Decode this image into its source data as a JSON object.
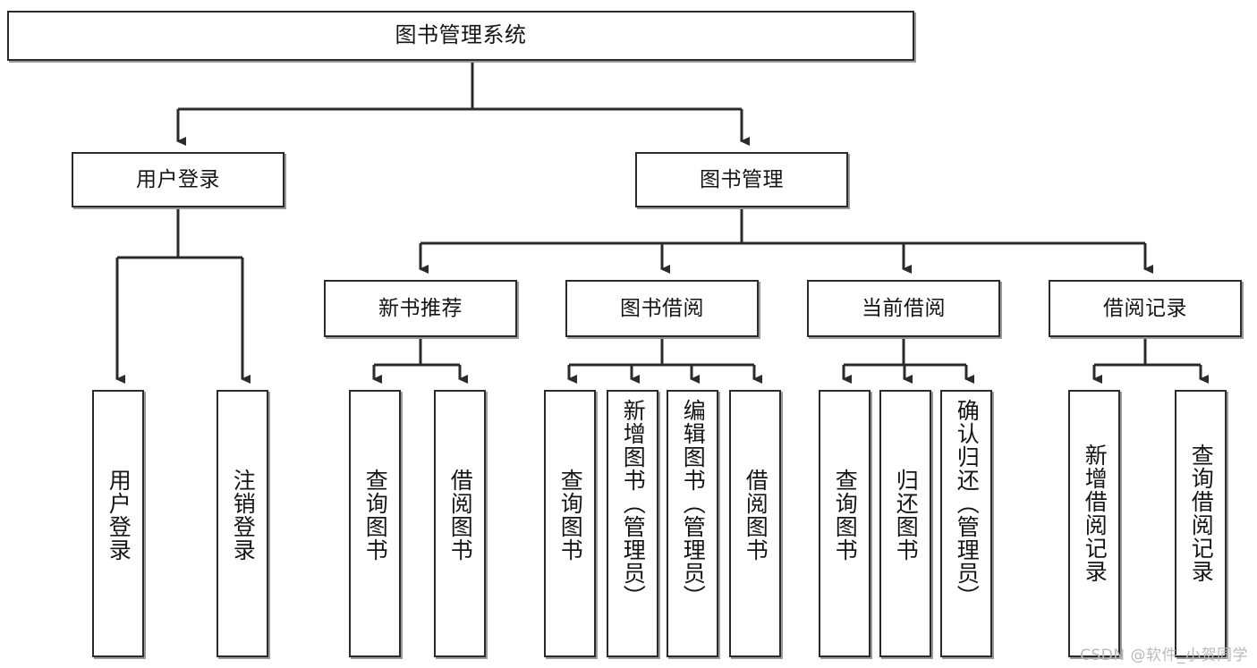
{
  "diagram": {
    "title": "图书管理系统",
    "type": "tree",
    "watermark": "CSDN @软件_小贺同学",
    "colors": {
      "background": "#ffffff",
      "box_border": "#2b2b2b",
      "box_fill": "#ffffff",
      "connector": "#2b2b2b",
      "watermark": "#b9b9b9"
    },
    "root": {
      "label": "图书管理系统"
    },
    "level2": [
      {
        "label": "用户登录"
      },
      {
        "label": "图书管理"
      }
    ],
    "level3": [
      {
        "label": "新书推荐"
      },
      {
        "label": "图书借阅"
      },
      {
        "label": "当前借阅"
      },
      {
        "label": "借阅记录"
      }
    ],
    "leaves": [
      {
        "label": "用户登录",
        "parent": "用户登录"
      },
      {
        "label": "注销登录",
        "parent": "用户登录"
      },
      {
        "label": "查询图书",
        "parent": "新书推荐"
      },
      {
        "label": "借阅图书",
        "parent": "新书推荐"
      },
      {
        "label": "查询图书",
        "parent": "图书借阅"
      },
      {
        "label": "新增图书（管理员）",
        "parent": "图书借阅"
      },
      {
        "label": "编辑图书（管理员）",
        "parent": "图书借阅"
      },
      {
        "label": "借阅图书",
        "parent": "图书借阅"
      },
      {
        "label": "查询图书",
        "parent": "当前借阅"
      },
      {
        "label": "归还图书",
        "parent": "当前借阅"
      },
      {
        "label": "确认归还（管理员）",
        "parent": "当前借阅"
      },
      {
        "label": "新增借阅记录",
        "parent": "借阅记录"
      },
      {
        "label": "查询借阅记录",
        "parent": "借阅记录"
      }
    ]
  }
}
